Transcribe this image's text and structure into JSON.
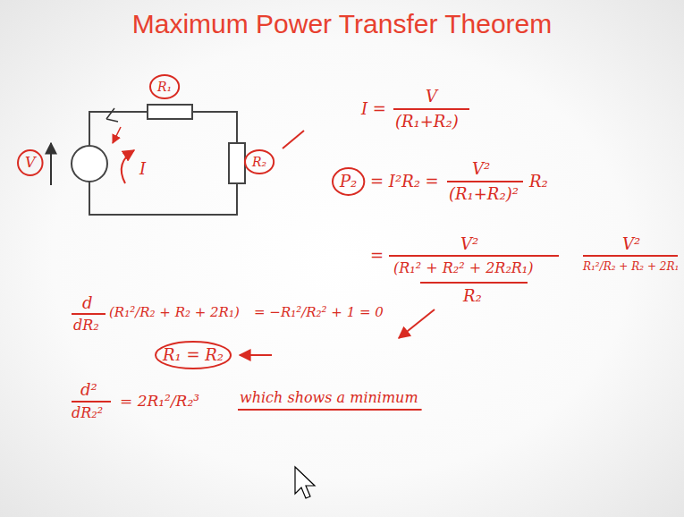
{
  "diagram": {
    "title": "Maximum Power Transfer Theorem",
    "labels": [
      "V",
      "R₁",
      "R₂",
      "I",
      "I =",
      "V",
      "(R₁+R₂)",
      "P₂",
      "= I²R₂ =",
      "V²",
      "(R₁+R₂)²",
      "R₂",
      "=",
      "V²",
      "(R₁² + R₂² + 2R₂R₁)",
      "R₂",
      "V²",
      "R₁²/R₂ + R₂ + 2R₁",
      "d",
      "dR₂",
      "(R₁²/R₂ + R₂ + 2R₁)",
      "= −R₁²/R₂² + 1 = 0",
      "R₁ = R₂",
      "d²",
      "dR₂²",
      "= 2R₁²/R₂³",
      "which shows a minimum"
    ]
  }
}
